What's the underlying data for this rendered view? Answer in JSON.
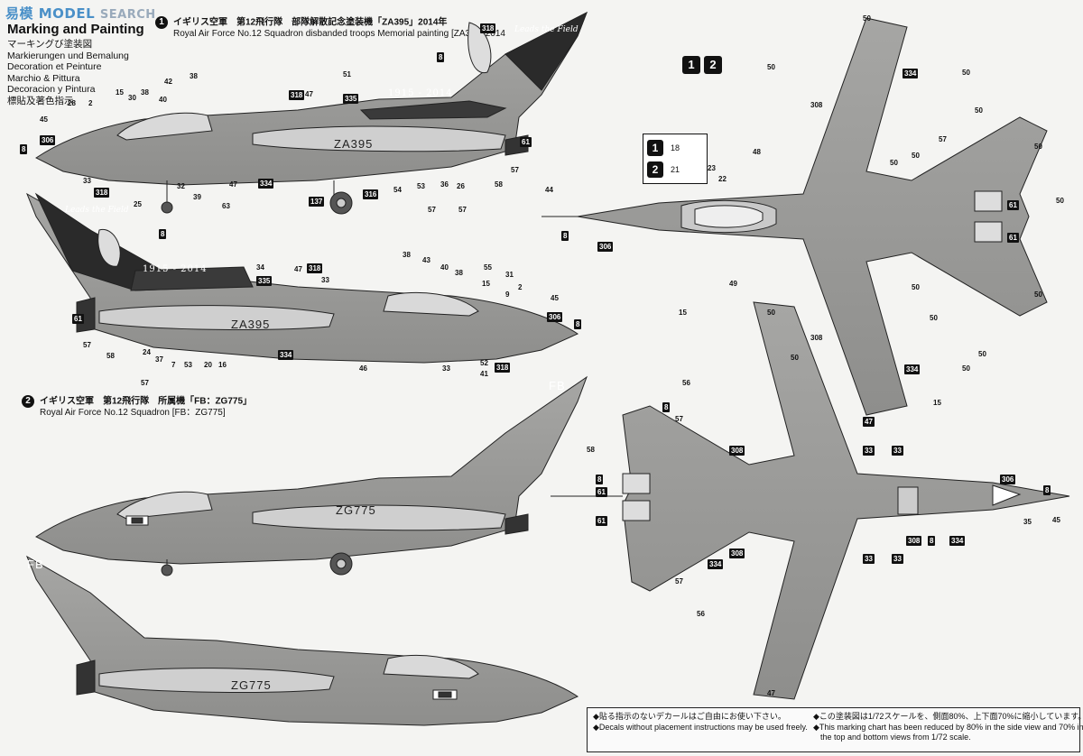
{
  "watermark": {
    "main": "易模 MODEL",
    "sub": "SEARCH"
  },
  "heading": {
    "main": "Marking and Painting",
    "lines": [
      "マーキングび塗装図",
      "Markierungen und Bemalung",
      "Decoration et Peinture",
      "Marchio & Pittura",
      "Decoracion y Pintura",
      "標貼及著色指示"
    ]
  },
  "scheme1": {
    "badge": "1",
    "jp": "イギリス空軍　第12飛行隊　部隊解散記念塗装機「ZA395」2014年",
    "en": "Royal Air Force No.12 Squadron disbanded troops Memorial painting [ZA395] 2014",
    "serial": "ZA395",
    "band": "1915 - 2014",
    "tail_text": "Leads the Field"
  },
  "scheme2": {
    "badge": "2",
    "jp": "イギリス空軍　第12飛行隊　所属機「FB：ZG775」",
    "en": "Royal Air Force No.12 Squadron [FB：ZG775]",
    "serial": "ZG775",
    "tail_code": "FB"
  },
  "plan_badges": [
    "1",
    "2"
  ],
  "legend": [
    {
      "badge": "1",
      "value": "18"
    },
    {
      "badge": "2",
      "value": "21"
    }
  ],
  "callouts_side1": [
    "28",
    "2",
    "15",
    "30",
    "38",
    "40",
    "42",
    "38",
    "51",
    "335",
    "45",
    "306",
    "8",
    "33",
    "318",
    "25",
    "32",
    "39",
    "47",
    "334",
    "63",
    "61",
    "58",
    "57",
    "26",
    "36",
    "53",
    "54",
    "316",
    "137",
    "57",
    "57",
    "318",
    "47",
    "8",
    "318"
  ],
  "callouts_side2": [
    "38",
    "43",
    "40",
    "38",
    "55",
    "15",
    "31",
    "2",
    "9",
    "45",
    "306",
    "8",
    "34",
    "335",
    "47",
    "318",
    "33",
    "61",
    "57",
    "58",
    "24",
    "37",
    "7",
    "53",
    "20",
    "16",
    "334",
    "46",
    "33",
    "52",
    "41",
    "318",
    "8",
    "57"
  ],
  "callouts_plan": [
    "50",
    "334",
    "50",
    "50",
    "308",
    "57",
    "50",
    "50",
    "48",
    "50",
    "50",
    "50",
    "23",
    "22",
    "44",
    "306",
    "8",
    "61",
    "61",
    "50",
    "50",
    "49",
    "50",
    "308",
    "50",
    "334",
    "15",
    "47",
    "50",
    "50"
  ],
  "callouts_bottom": [
    "15",
    "50",
    "56",
    "308",
    "33",
    "33",
    "57",
    "58",
    "8",
    "61",
    "61",
    "334",
    "308",
    "57",
    "8",
    "56",
    "47",
    "306",
    "35",
    "45",
    "8",
    "308",
    "8",
    "334",
    "33",
    "33"
  ],
  "notes": {
    "left": [
      "◆貼る指示のないデカールはご自由にお使い下さい。",
      "◆Decals without placement instructions may be used freely."
    ],
    "right": [
      "◆この塗装図は1/72スケールを、側面80%、上下面70%に縮小しています。",
      "◆This marking chart has been reduced by 80% in the side view and 70% in",
      "the top and bottom views from 1/72 scale."
    ]
  }
}
